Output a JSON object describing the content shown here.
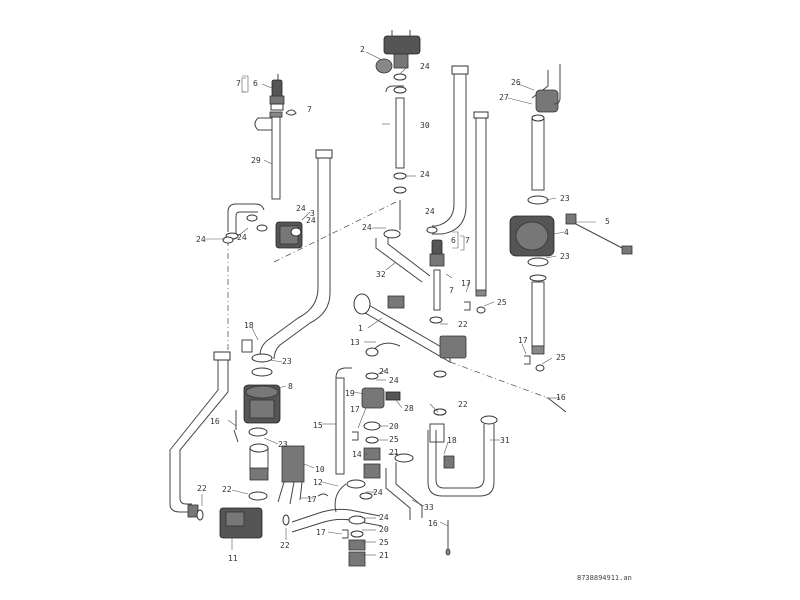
{
  "title": "",
  "document_ref": "8738894911.an",
  "callouts": {
    "c1": "1",
    "c2": "2",
    "c3": "3",
    "c4": "4",
    "c5": "5",
    "c6a": "6",
    "c6b": "6",
    "c7a": "7",
    "c7b": "7",
    "c7c": "7",
    "c7d": "7",
    "c8": "8",
    "c10": "10",
    "c11": "11",
    "c12": "12",
    "c13": "13",
    "c14": "14",
    "c15": "15",
    "c16a": "16",
    "c16b": "16",
    "c16c": "16",
    "c17a": "17",
    "c17b": "17",
    "c17c": "17",
    "c17d": "17",
    "c17e": "17",
    "c18a": "18",
    "c18b": "18",
    "c19": "19",
    "c20a": "20",
    "c20b": "20",
    "c21a": "21",
    "c21b": "21",
    "c22a": "22",
    "c22b": "22",
    "c22c": "22",
    "c22d": "22",
    "c22e": "22",
    "c23a": "23",
    "c23b": "23",
    "c23c": "23",
    "c23d": "23",
    "c24a": "24",
    "c24b": "24",
    "c24c": "24",
    "c24d": "24",
    "c24e": "24",
    "c24f": "24",
    "c24g": "24",
    "c24h": "24",
    "c24i": "24",
    "c24j": "24",
    "c24k": "24",
    "c24l": "24",
    "c25a": "25",
    "c25b": "25",
    "c25c": "25",
    "c25d": "25",
    "c26": "26",
    "c27": "27",
    "c28": "28",
    "c29": "29",
    "c30": "30",
    "c31": "31",
    "c32": "32",
    "c33": "33"
  }
}
